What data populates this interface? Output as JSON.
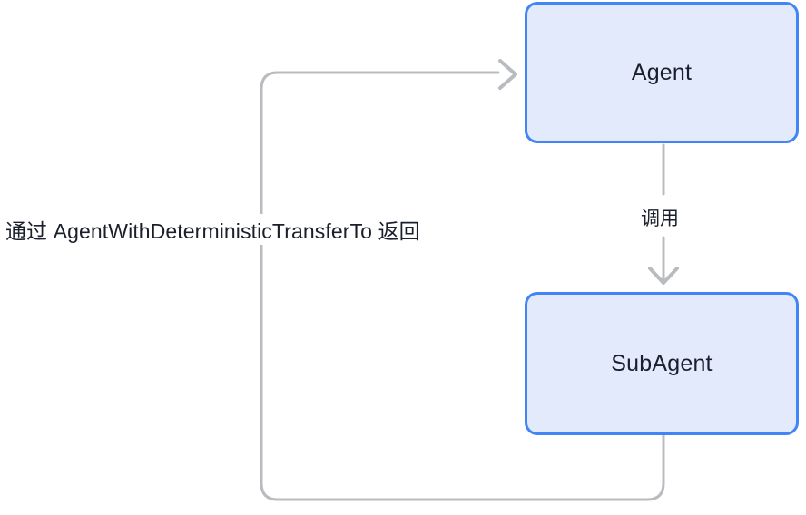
{
  "diagram": {
    "type": "flowchart",
    "title": "",
    "background_color": "#ffffff",
    "node_fill_color": "#e3eafc",
    "node_border_color": "#4285f4",
    "edge_color": "#b8bcc0",
    "text_color": "#1a1f2b",
    "nodes": [
      {
        "id": "agent",
        "label": "Agent"
      },
      {
        "id": "subagent",
        "label": "SubAgent"
      }
    ],
    "edges": [
      {
        "id": "agent-to-subagent",
        "from": "agent",
        "to": "subagent",
        "label": "调用",
        "direction": "down",
        "arrowhead": "open-chevron"
      },
      {
        "id": "subagent-to-agent",
        "from": "subagent",
        "to": "agent",
        "label": "通过 AgentWithDeterministicTransferTo 返回",
        "direction": "left-up-right",
        "arrowhead": "open-chevron"
      }
    ]
  }
}
